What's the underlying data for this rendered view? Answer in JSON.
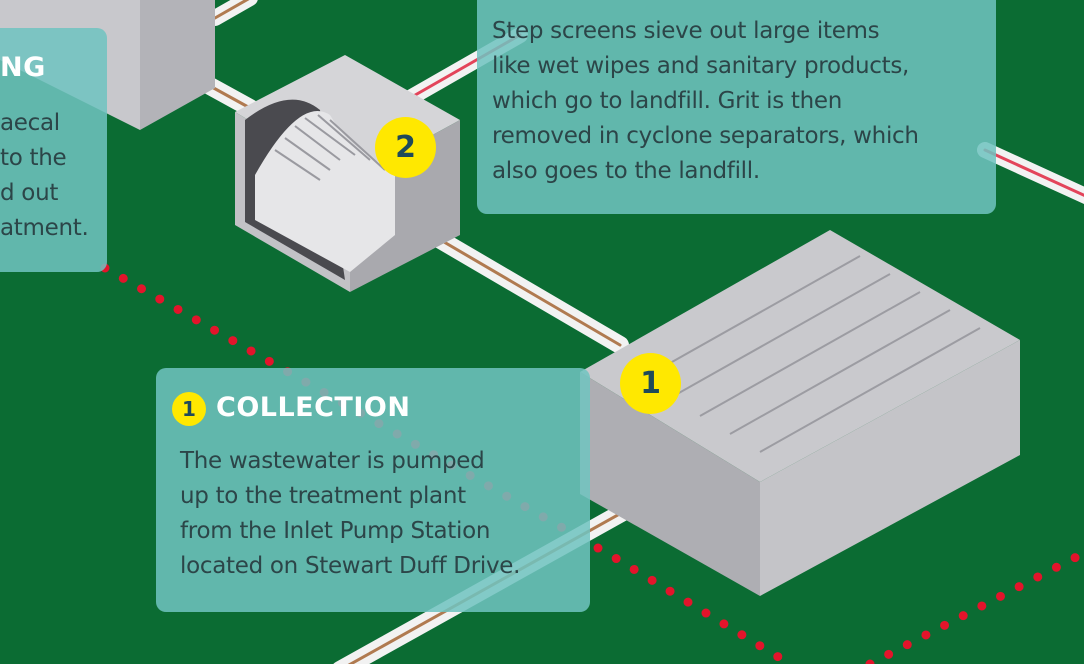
{
  "colors": {
    "background": "#0b6c33",
    "panel": "#70c4c0",
    "badge": "#ffe800",
    "dots": "#e3142b"
  },
  "left_panel": {
    "title_fragment": "NG",
    "lines": [
      "aecal",
      " to the",
      "d out",
      "atment."
    ]
  },
  "screening_panel": {
    "lines": [
      "Step screens sieve out large items",
      "like wet wipes and sanitary products,",
      "which go to landfill. Grit is then",
      "removed in cyclone separators, which",
      "also goes to the landfill."
    ]
  },
  "collection_panel": {
    "number": "1",
    "title": "COLLECTION",
    "lines": [
      "The wastewater is pumped",
      "up to the treatment plant",
      "from the Inlet Pump Station",
      "located on Stewart Duff Drive."
    ]
  },
  "markers": {
    "building": "1",
    "screens": "2"
  }
}
